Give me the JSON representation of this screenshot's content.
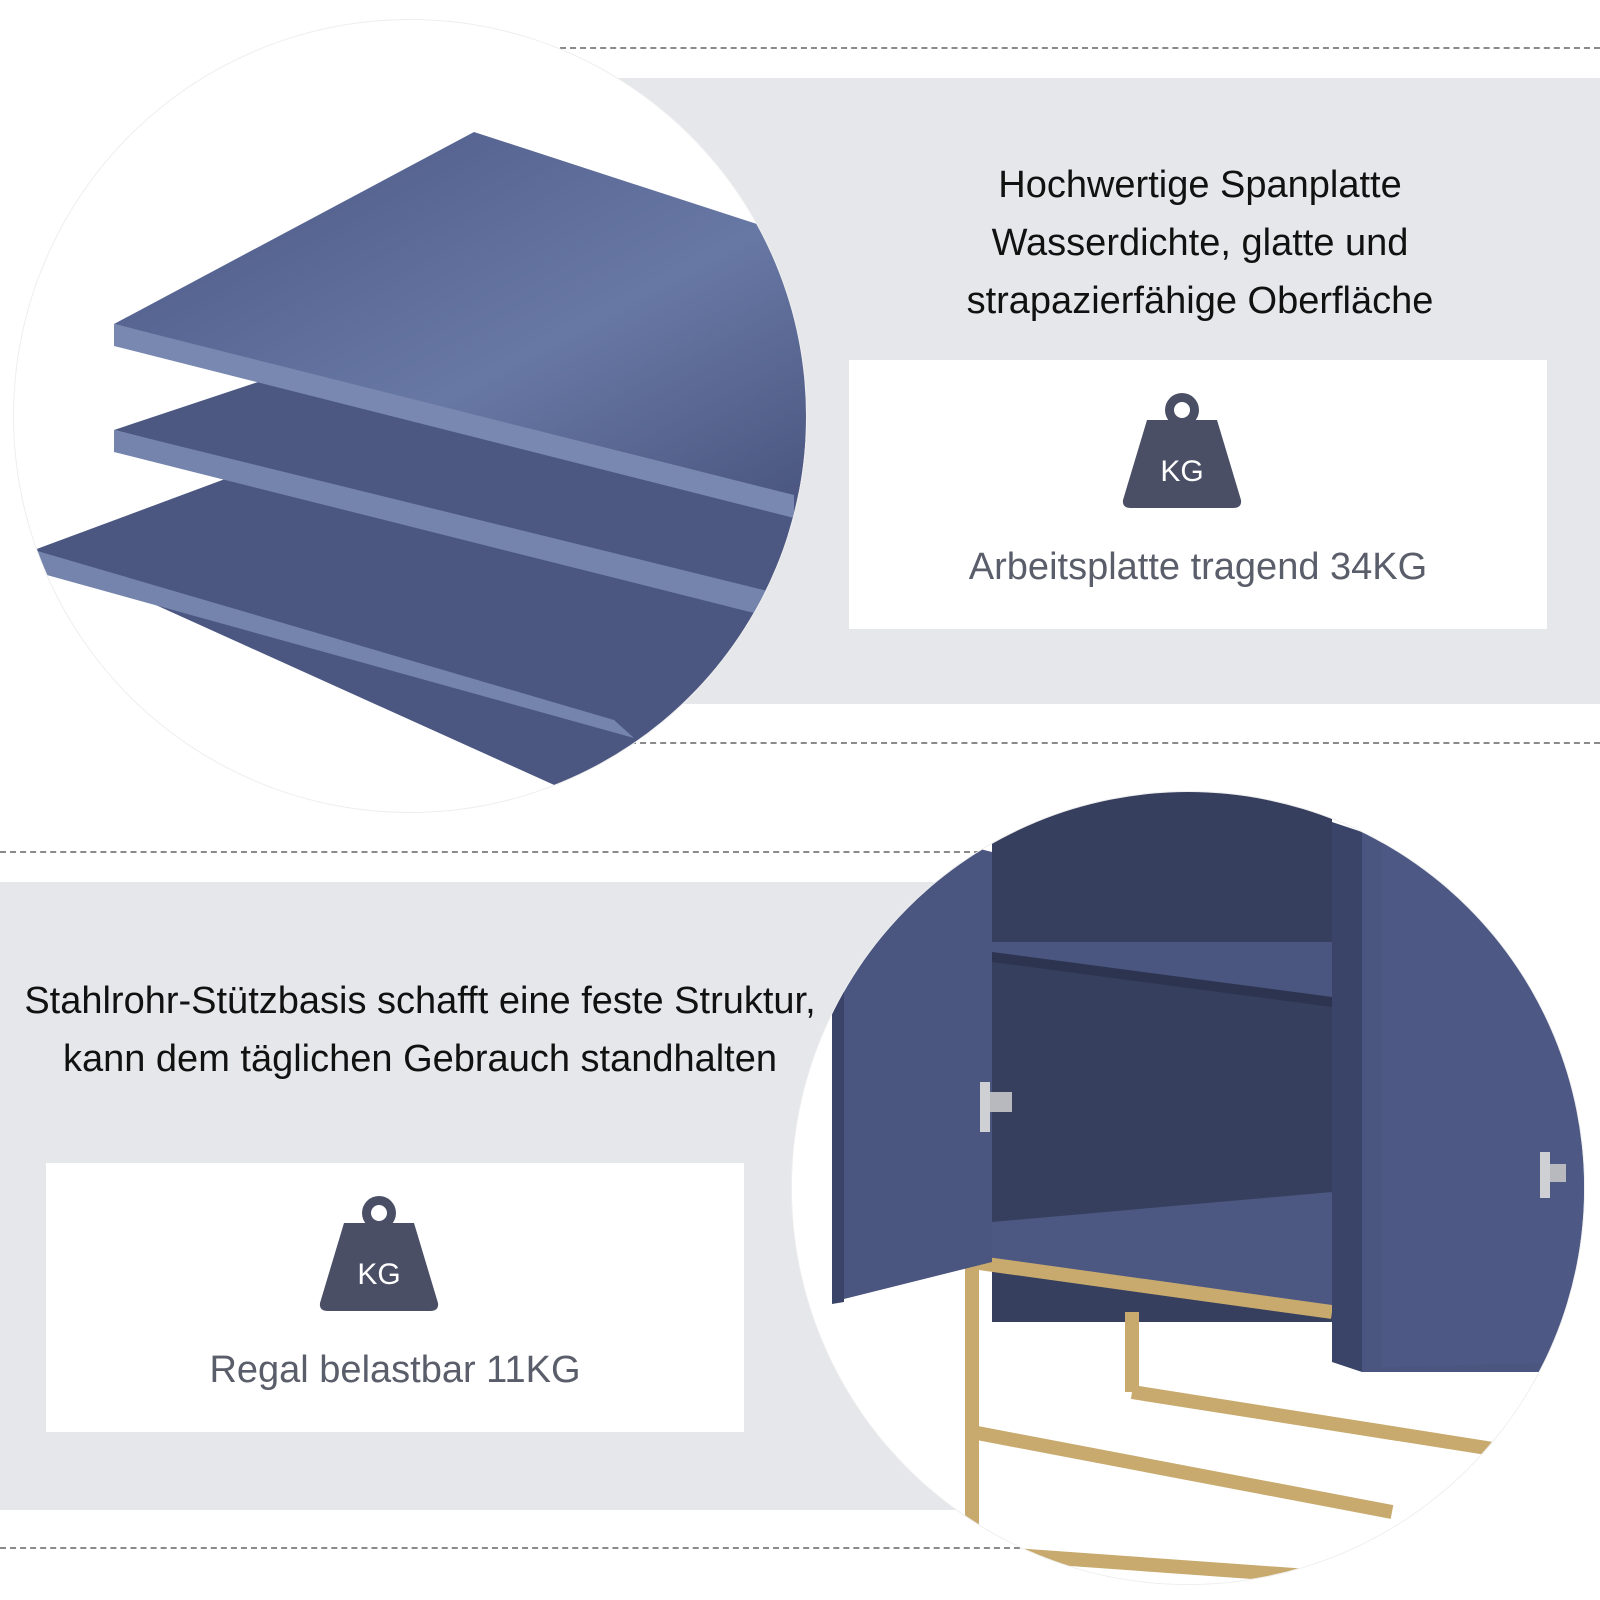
{
  "colors": {
    "band": "#e6e7eb",
    "panel_blue": "#4a5680",
    "edge_blue": "#7080a8",
    "gold": "#c8aa6e",
    "icon": "#4a4f66"
  },
  "top_section": {
    "headline": {
      "line1": "Hochwertige Spanplatte",
      "line2": "Wasserdichte, glatte und",
      "line3": "strapazierfähige Oberfläche"
    },
    "card": {
      "icon": "kg-weight-icon",
      "icon_text": "KG",
      "caption": "Arbeitsplatte tragend 34KG"
    }
  },
  "bottom_section": {
    "headline": {
      "line1": "Stahlrohr-Stützbasis schafft eine feste Struktur,",
      "line2": "kann dem täglichen Gebrauch standhalten"
    },
    "card": {
      "icon": "kg-weight-icon",
      "icon_text": "KG",
      "caption": "Regal belastbar 11KG"
    }
  }
}
